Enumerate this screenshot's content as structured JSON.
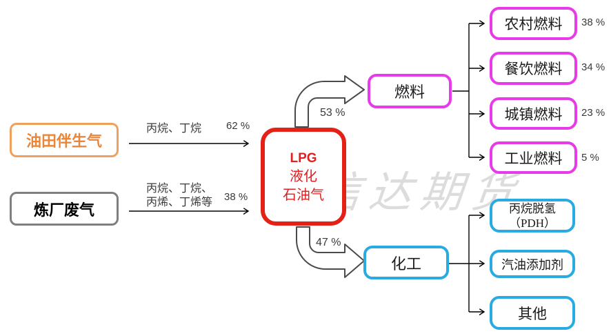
{
  "watermark": "信达期货",
  "colors": {
    "source_orange": "#EFA05C",
    "source_gray": "#7F7F7F",
    "center_red": "#E52017",
    "fuel_magenta": "#E83AE8",
    "chemical_blue": "#29ABE2"
  },
  "left": {
    "source1": {
      "label": "油田伴生气"
    },
    "source2": {
      "label": "炼厂废气"
    },
    "flow1": {
      "label": "丙烷、丁烷",
      "pct": "62 %"
    },
    "flow2": {
      "label_line1": "丙烷、丁烷、",
      "label_line2": "丙烯、丁烯等",
      "pct": "38 %"
    }
  },
  "center": {
    "title": "LPG",
    "subtitle_line1": "液化",
    "subtitle_line2": "石油气"
  },
  "fuel": {
    "label": "燃料",
    "pct": "53 %",
    "children": [
      {
        "label": "农村燃料",
        "pct": "38 %"
      },
      {
        "label": "餐饮燃料",
        "pct": "34 %"
      },
      {
        "label": "城镇燃料",
        "pct": "23 %"
      },
      {
        "label": "工业燃料",
        "pct": "5 %"
      }
    ]
  },
  "chemical": {
    "label": "化工",
    "pct": "47 %",
    "children": [
      {
        "label_line1": "丙烷脱氢",
        "label_line2": "（PDH）"
      },
      {
        "label_line1": "汽油添加剂"
      },
      {
        "label_line1": "其他"
      }
    ]
  }
}
